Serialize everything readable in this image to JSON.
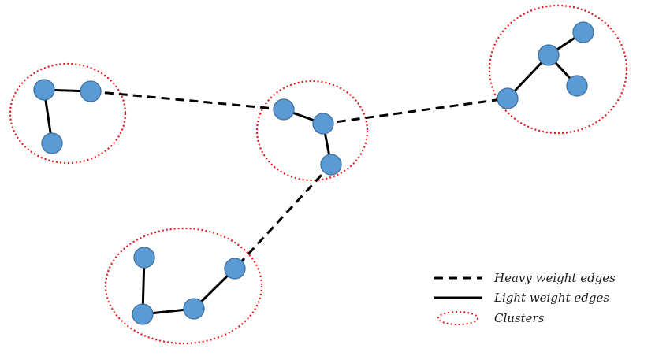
{
  "colors": {
    "node_fill": "#5b9bd5",
    "node_stroke": "#41719c",
    "edge": "#000000",
    "cluster": "#e31a1c",
    "background": "#ffffff"
  },
  "legend": {
    "heavy_label": "Heavy weight edges",
    "light_label": "Light weight edges",
    "cluster_label": "Clusters"
  }
}
